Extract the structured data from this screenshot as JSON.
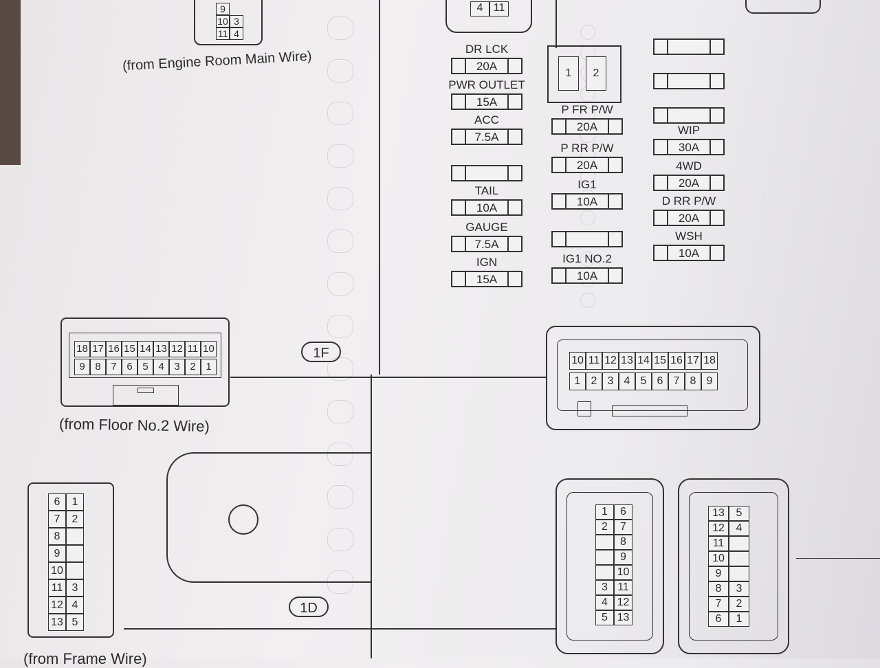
{
  "labels": {
    "engine_room": "(from Engine Room Main Wire)",
    "floor_no2": "(from Floor No.2 Wire)",
    "bottom_partial": "(from Frame Wire)"
  },
  "bubbles": {
    "b1f": "1F",
    "b1d": "1D"
  },
  "top_left_conn": {
    "rows": [
      [
        "9"
      ],
      [
        "10",
        "3"
      ],
      [
        "11",
        "4"
      ]
    ]
  },
  "top_mid_conn": {
    "pins": [
      "4",
      "11"
    ]
  },
  "relay": {
    "pins": [
      "1",
      "2"
    ]
  },
  "fuses": {
    "col1": [
      {
        "name": "DR LCK",
        "rating": "20A"
      },
      {
        "name": "PWR OUTLET",
        "rating": "15A"
      },
      {
        "name": "ACC",
        "rating": "7.5A"
      },
      {
        "name": "",
        "rating": ""
      },
      {
        "name": "TAIL",
        "rating": "10A"
      },
      {
        "name": "GAUGE",
        "rating": "7.5A"
      },
      {
        "name": "IGN",
        "rating": "15A"
      }
    ],
    "col2": [
      {
        "name": "P FR P/W",
        "rating": "20A"
      },
      {
        "name": "P RR P/W",
        "rating": "20A"
      },
      {
        "name": "IG1",
        "rating": "10A"
      },
      {
        "name": "",
        "rating": ""
      },
      {
        "name": "IG1 NO.2",
        "rating": "10A"
      }
    ],
    "col3": [
      {
        "name": "",
        "rating": ""
      },
      {
        "name": "",
        "rating": ""
      },
      {
        "name": "",
        "rating": ""
      },
      {
        "name": "WIP",
        "rating": "30A"
      },
      {
        "name": "4WD",
        "rating": "20A"
      },
      {
        "name": "D RR P/W",
        "rating": "20A"
      },
      {
        "name": "WSH",
        "rating": "10A"
      }
    ]
  },
  "conn_1f_left": {
    "top": [
      "18",
      "17",
      "16",
      "15",
      "14",
      "13",
      "12",
      "11",
      "10"
    ],
    "bottom": [
      "9",
      "8",
      "7",
      "6",
      "5",
      "4",
      "3",
      "2",
      "1"
    ]
  },
  "conn_1f_right": {
    "top": [
      "10",
      "11",
      "12",
      "13",
      "14",
      "15",
      "16",
      "17",
      "18"
    ],
    "bottom": [
      "1",
      "2",
      "3",
      "4",
      "5",
      "6",
      "7",
      "8",
      "9"
    ]
  },
  "conn_1d_left": {
    "rows": [
      [
        "6",
        "1"
      ],
      [
        "7",
        "2"
      ],
      [
        "8",
        ""
      ],
      [
        "9",
        ""
      ],
      [
        "10",
        ""
      ],
      [
        "11",
        "3"
      ],
      [
        "12",
        "4"
      ],
      [
        "13",
        "5"
      ]
    ]
  },
  "conn_1d_mid": {
    "rows": [
      [
        "1",
        "6"
      ],
      [
        "2",
        "7"
      ],
      [
        "",
        "8"
      ],
      [
        "",
        "9"
      ],
      [
        "",
        "10"
      ],
      [
        "3",
        "11"
      ],
      [
        "4",
        "12"
      ],
      [
        "5",
        "13"
      ]
    ]
  },
  "conn_1d_right": {
    "rows": [
      [
        "13",
        "5"
      ],
      [
        "12",
        "4"
      ],
      [
        "11",
        ""
      ],
      [
        "10",
        ""
      ],
      [
        "9",
        ""
      ],
      [
        "8",
        "3"
      ],
      [
        "7",
        "2"
      ],
      [
        "6",
        "1"
      ]
    ]
  }
}
